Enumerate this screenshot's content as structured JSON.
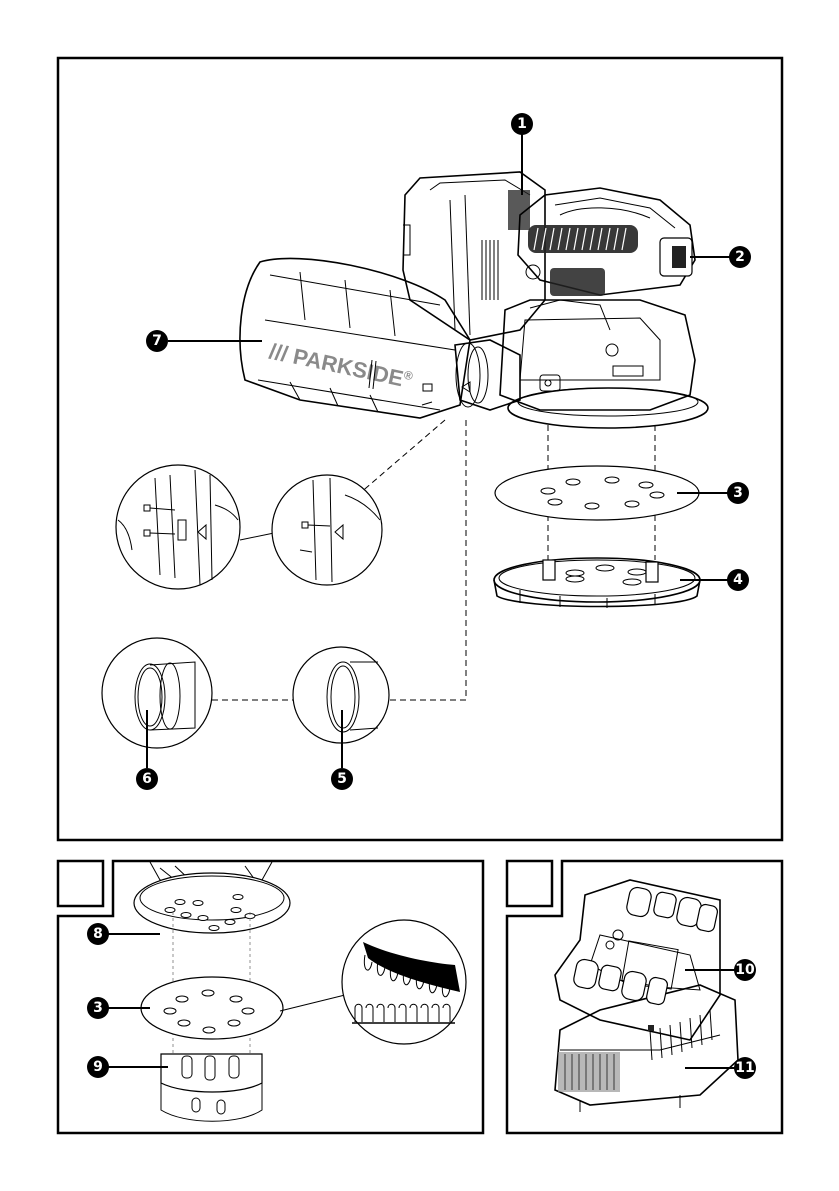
{
  "document": {
    "type": "product manual illustration page",
    "product": "cordless random orbit sander"
  },
  "figure_main": {
    "brand_text": "/// PARKSIDE",
    "brand_mark": "®",
    "callouts": [
      "1",
      "2",
      "3",
      "4",
      "5",
      "6",
      "7"
    ]
  },
  "figure_a": {
    "label_box": "",
    "callouts": [
      "8",
      "3",
      "9"
    ]
  },
  "figure_b": {
    "label_box": "",
    "callouts": [
      "10",
      "11"
    ]
  },
  "parts": [
    {
      "number": "1",
      "target": "battery release / top housing"
    },
    {
      "number": "2",
      "target": "on/off switch"
    },
    {
      "number": "3",
      "target": "sanding sheet"
    },
    {
      "number": "4",
      "target": "hole template / alignment aid"
    },
    {
      "number": "5",
      "target": "dust adapter ring"
    },
    {
      "number": "6",
      "target": "adapter"
    },
    {
      "number": "7",
      "target": "dust collection box"
    },
    {
      "number": "8",
      "target": "sanding plate"
    },
    {
      "number": "9",
      "target": "hole template"
    },
    {
      "number": "10",
      "target": "battery pack"
    },
    {
      "number": "11",
      "target": "charger"
    }
  ]
}
